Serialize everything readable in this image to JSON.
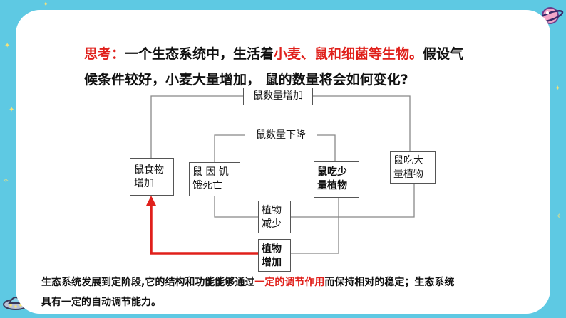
{
  "question": {
    "label": "思考：",
    "part1": "一个生态系统中，生活着",
    "highlight": "小麦、鼠和细菌等生物。",
    "part2": "假设气",
    "line2": "候条件较好，小麦大量增加， 鼠的数量将会如何变化?"
  },
  "nodes": {
    "rat_increase": "鼠数量增加",
    "rat_decrease": "鼠数量下降",
    "rat_eat_more": [
      "鼠吃大",
      "量植物"
    ],
    "rat_food_increase": [
      "鼠食物",
      "增加"
    ],
    "rat_starve": [
      "鼠 因 饥",
      "饿死亡"
    ],
    "rat_eat_less": [
      "鼠吃少",
      "量植物"
    ],
    "plant_decrease": [
      "植物",
      "减少"
    ],
    "plant_increase": [
      "植物",
      "增加"
    ]
  },
  "footer": {
    "part1": "生态系统发展到定阶段,它的结构和功能能够通过",
    "highlight": "一定的调节作用",
    "part2": "而保持相对的稳定；生态系统",
    "line2": "具有一定的自动调节能力。"
  },
  "colors": {
    "background": "#5ec9e3",
    "highlight_red": "#e0201b",
    "highlight_blue": "#1f3fbf"
  }
}
